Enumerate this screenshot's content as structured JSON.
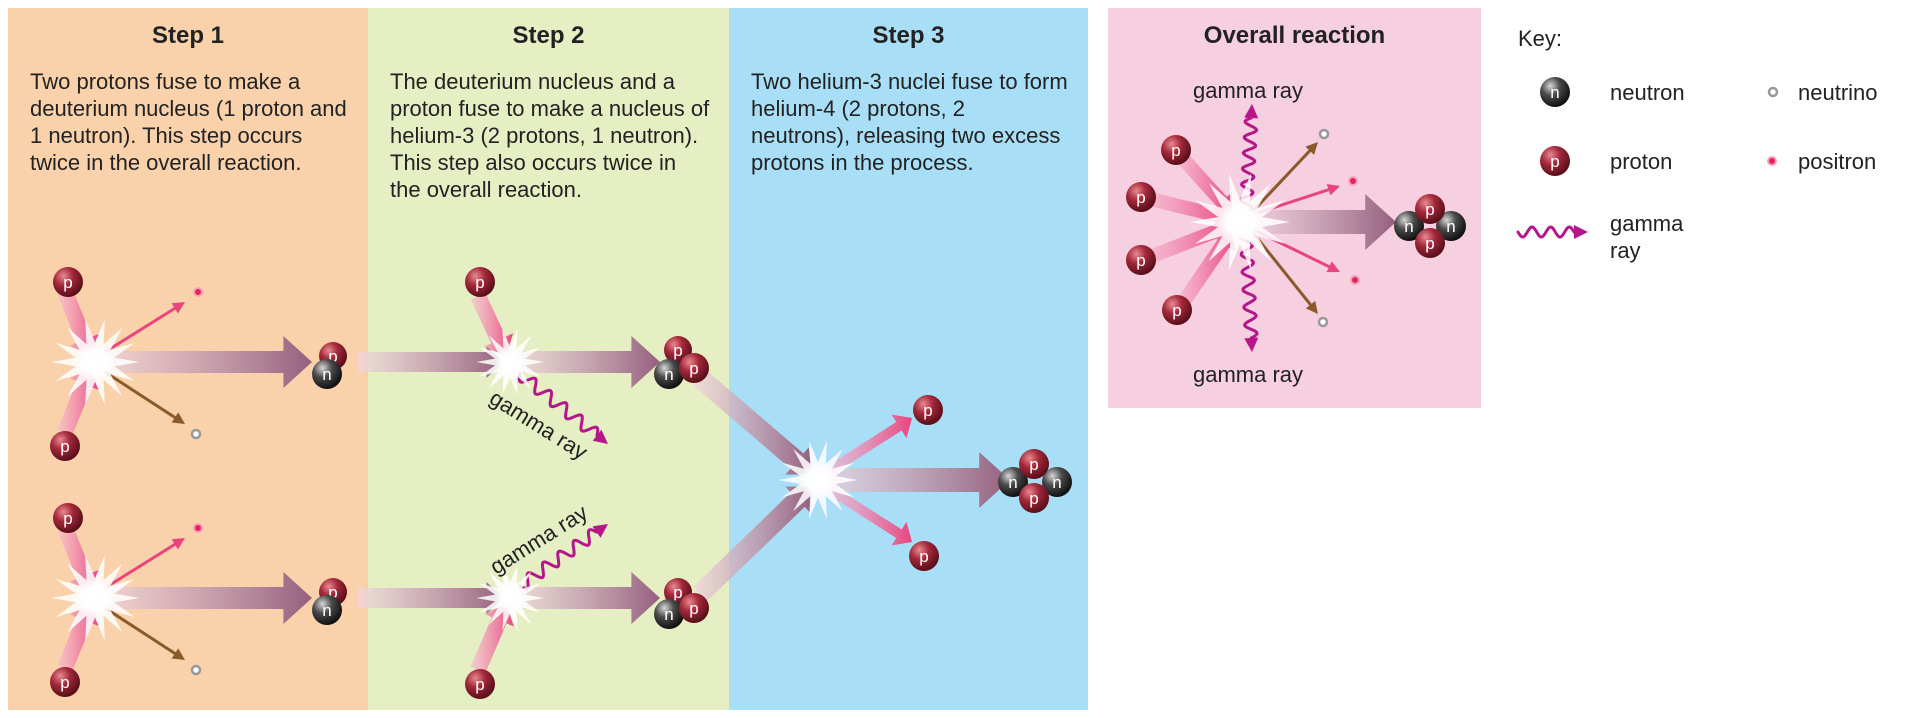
{
  "steps": [
    {
      "title": "Step 1",
      "description": "Two protons fuse to make a deuterium nucleus (1 proton and 1 neutron). This step occurs twice in the overall reaction."
    },
    {
      "title": "Step 2",
      "description": "The deuterium nucleus and a proton fuse to make a nucleus of helium-3 (2 protons, 1 neutron). This step also occurs twice in the overall reaction."
    },
    {
      "title": "Step 3",
      "description": "Two helium-3 nuclei fuse to form helium-4 (2 protons, 2 neutrons), releasing two excess protons in the process."
    }
  ],
  "overall": {
    "title": "Overall reaction",
    "gamma_top": "gamma ray",
    "gamma_bottom": "gamma ray"
  },
  "labels": {
    "gamma_ray": "gamma ray",
    "proton_letter": "p",
    "neutron_letter": "n"
  },
  "key": {
    "title": "Key:",
    "neutron": "neutron",
    "proton": "proton",
    "gamma_ray": "gamma ray",
    "neutrino": "neutrino",
    "positron": "positron"
  },
  "colors": {
    "step1_bg": "#f9d2ac",
    "step2_bg": "#e6efc3",
    "step3_bg": "#a9def7",
    "overall_bg": "#f6cfe0",
    "proton": "#9e1f2c",
    "neutron": "#2a2a2a",
    "gamma": "#b5178a",
    "positron": "#e8245a",
    "neutrino": "#999999",
    "neutrino_arrow": "#8b5a2b",
    "positron_arrow": "#e8457f",
    "main_arrow": "#9a6a86"
  }
}
